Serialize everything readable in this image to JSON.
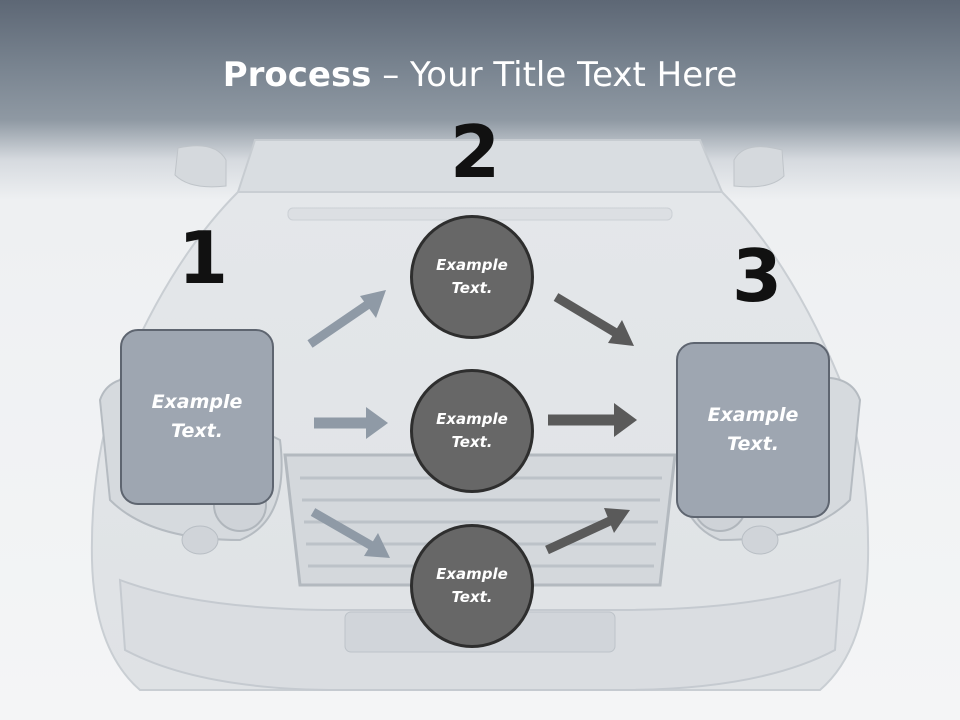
{
  "slide": {
    "title_bold": "Process",
    "title_rest": " – Your Title Text Here",
    "step_numbers": [
      "1",
      "2",
      "3"
    ],
    "left_box": "Example\nText.",
    "right_box": "Example\nText.",
    "circles": [
      "Example\nText.",
      "Example\nText.",
      "Example\nText."
    ]
  },
  "colors": {
    "box_fill": "#9ea6b1",
    "circle_fill": "#676767",
    "arrow_light": "#8f9aa6",
    "arrow_dark": "#5a5a5a",
    "title_bar": "#6b7582"
  }
}
